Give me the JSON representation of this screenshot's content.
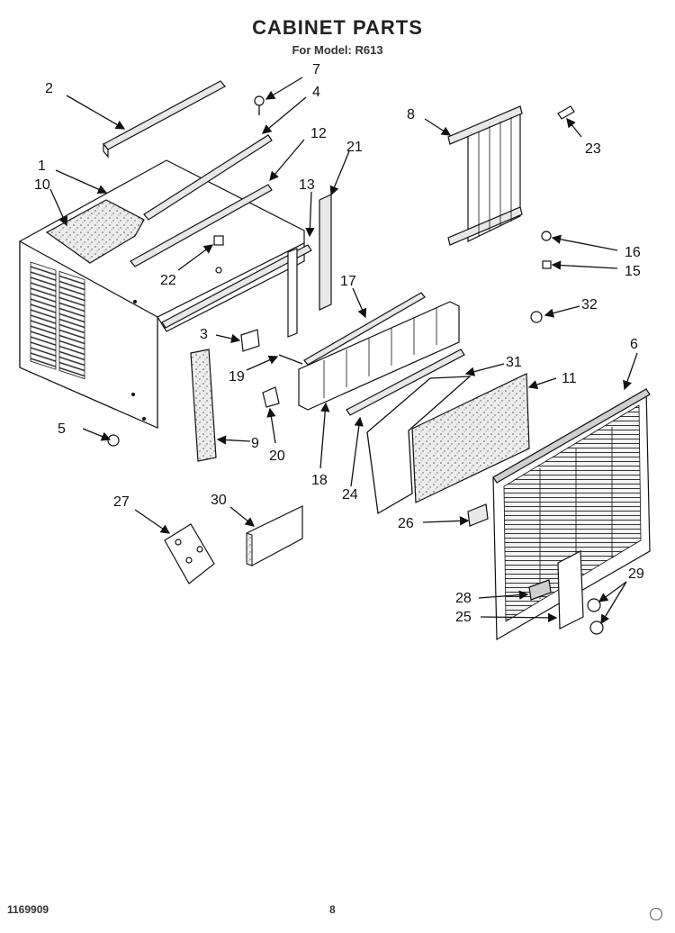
{
  "header": {
    "title": "CABINET PARTS",
    "subtitle": "For Model: R613"
  },
  "footer": {
    "doc_number": "1169909",
    "page_number": "8"
  },
  "callouts": [
    "1",
    "2",
    "3",
    "4",
    "5",
    "6",
    "7",
    "8",
    "9",
    "10",
    "11",
    "12",
    "13",
    "15",
    "16",
    "17",
    "18",
    "19",
    "20",
    "21",
    "22",
    "23",
    "24",
    "25",
    "26",
    "27",
    "28",
    "29",
    "30",
    "31",
    "32"
  ]
}
